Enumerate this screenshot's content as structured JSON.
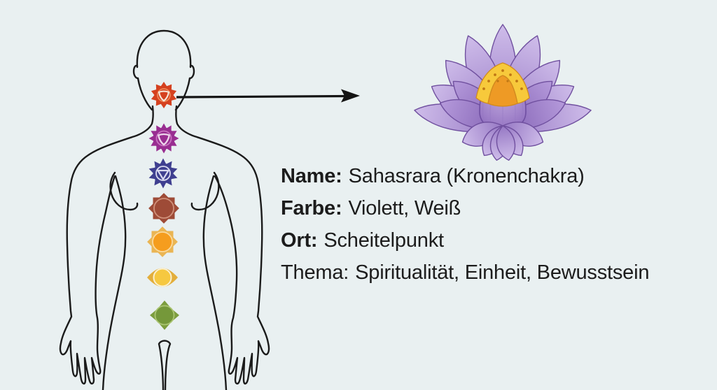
{
  "background_color": "#E9F0F1",
  "text_color": "#1C1C1C",
  "figure": {
    "outline_color": "#1B1B1B",
    "description_icon": "human-body-outline"
  },
  "arrow": {
    "color": "#141414"
  },
  "chakras": [
    {
      "symbol": "petal-flower-triangle",
      "color": "#D5411F",
      "ring": "#EE8757",
      "accent": "#F5E6D8"
    },
    {
      "symbol": "petal-flower-triangle",
      "color": "#992E91",
      "ring": "#C873C0",
      "accent": "#EDD5EB"
    },
    {
      "symbol": "pointed-star-triangle",
      "color": "#3F3F90",
      "core": "#3F3F90",
      "ring": "#DADAF0",
      "accent": "#DADAF0"
    },
    {
      "symbol": "eight-point-star",
      "color": "#9E4B37",
      "core": "#9E4B37",
      "ring": "#D0907A"
    },
    {
      "symbol": "eight-point-star",
      "color": "#EAB553",
      "core": "#F59D1E",
      "ring": "#FAD99C"
    },
    {
      "symbol": "lens-circle",
      "color": "#E3AE3B",
      "core": "#F6C840",
      "ring": "#FBF0CF"
    },
    {
      "symbol": "four-petal-diamond",
      "color": "#7C9D3E",
      "core": "#75983A",
      "ring": "#ABC573"
    }
  ],
  "lotus": {
    "icon": "lotus-flower",
    "petal_base": "#9678C4",
    "petal_tip": "#CFBDEA",
    "petal_dark_base": "#8362B4",
    "petal_dark_tip": "#B59ADB",
    "petal_outline": "#70509F",
    "bud_light": "#C9B4E4",
    "bud_dark": "#8E6CBE",
    "bud_outline": "#6F4FA2",
    "pod_yellow": "#F7C93B",
    "pod_orange": "#EE9A25",
    "pod_outline": "#D18A1E",
    "pod_dots": "#BF7714"
  },
  "info": {
    "lines": [
      {
        "label": "Name:",
        "value": "Sahasrara (Kronenchakra)"
      },
      {
        "label": "Farbe:",
        "value": "Violett, Weiß"
      },
      {
        "label": "Ort:",
        "value": "Scheitelpunkt"
      },
      {
        "label": "Thema:",
        "value": "Spiritualität, Einheit, Bewusstsein"
      }
    ]
  }
}
